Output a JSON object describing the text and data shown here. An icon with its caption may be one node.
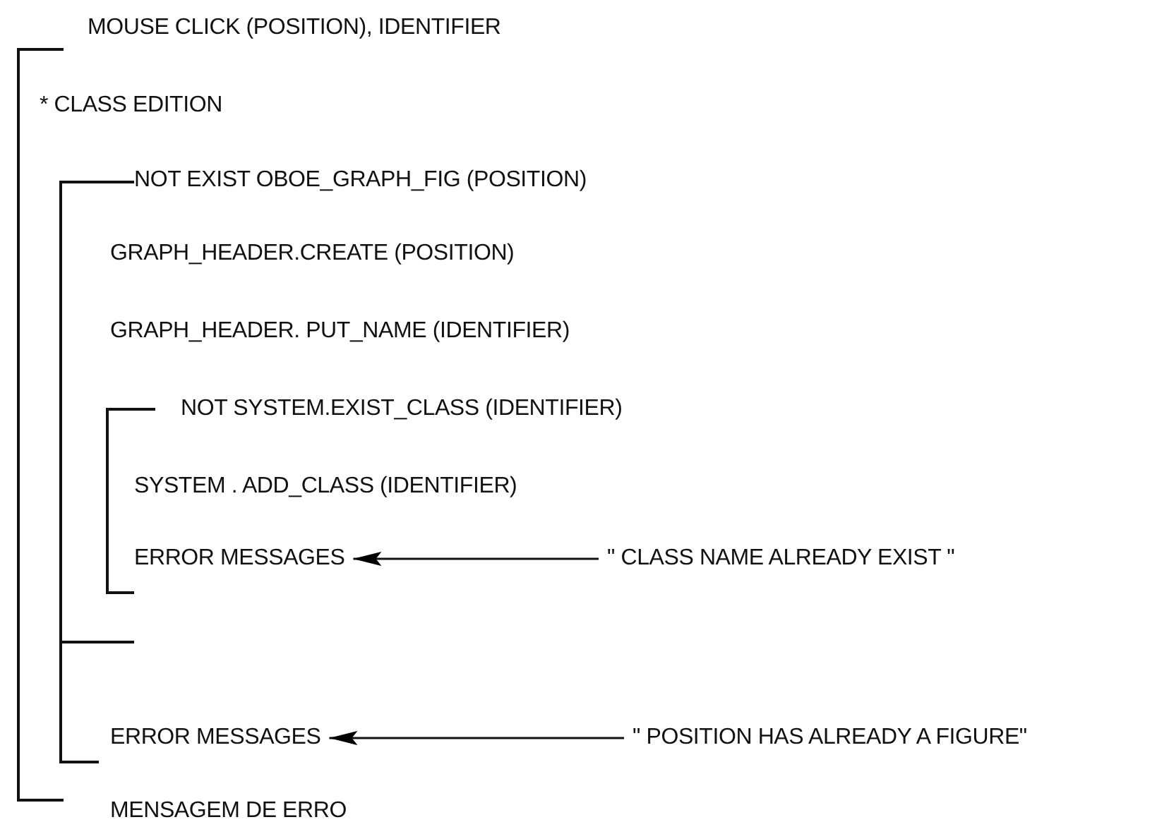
{
  "diagram": {
    "nodes": [
      {
        "text": [
          "MOUSE CLICK (POSITION), IDENTIFIER"
        ]
      },
      {
        "text": [
          "* CLASS EDITION"
        ]
      },
      {
        "text": [
          "NOT EXIST OBOE_GRAPH_FIG (POSITION)"
        ]
      },
      {
        "text": [
          "GRAPH_HEADER.CREATE (POSITION)"
        ]
      },
      {
        "text": [
          "GRAPH_HEADER. PUT_NAME (IDENTIFIER)"
        ]
      },
      {
        "text": [
          "NOT SYSTEM.EXIST_CLASS (IDENTIFIER)"
        ]
      },
      {
        "text": [
          "SYSTEM . ADD_CLASS (IDENTIFIER)"
        ]
      },
      {
        "text": [
          "ERROR MESSAGES"
        ]
      },
      {
        "text": [
          "\" CLASS NAME ALREADY EXIST \""
        ]
      },
      {
        "text": [
          "ERROR MESSAGES"
        ]
      },
      {
        "text": [
          "\" POSITION HAS ALREADY A FIGURE\""
        ]
      },
      {
        "text": [
          "MENSAGEM DE ERRO"
        ]
      }
    ],
    "edges": [
      {
        "from": 8,
        "to": 7,
        "arrow": "to"
      },
      {
        "from": 10,
        "to": 9,
        "arrow": "to"
      }
    ]
  }
}
